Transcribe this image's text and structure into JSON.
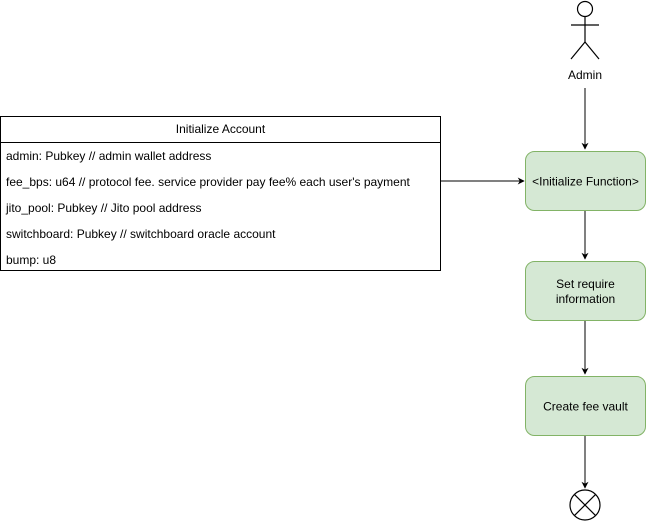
{
  "actor": {
    "label": "Admin"
  },
  "account_table": {
    "title": "Initialize Account",
    "fields": [
      "admin: Pubkey // admin wallet address",
      "fee_bps: u64 // protocol fee. service provider pay fee% each user's payment",
      "jito_pool: Pubkey // Jito pool address",
      "switchboard: Pubkey // switchboard oracle account",
      "bump: u8"
    ]
  },
  "steps": [
    {
      "lines": [
        "<Initialize Function>"
      ]
    },
    {
      "lines": [
        "Set require",
        "information"
      ]
    },
    {
      "lines": [
        "Create fee vault"
      ]
    }
  ],
  "colors": {
    "step_fill": "#d5e8d4",
    "step_stroke": "#82b366",
    "line": "#000000",
    "end_fill": "#ffffff"
  },
  "icons": {
    "actor": "stick-figure-icon",
    "end": "flow-final-node-icon"
  }
}
